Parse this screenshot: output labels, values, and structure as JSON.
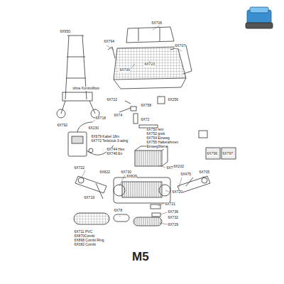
{
  "diagram": {
    "title": "M5",
    "labels": [
      "6X950",
      "ohne Kontrollbox",
      "6X794",
      "6X706",
      "6X700",
      "6X723",
      "6X707",
      "6X256",
      "6X722",
      "6X74",
      "6X758",
      "6X718",
      "6X792",
      "6X230",
      "6X979 Kabel 18m",
      "6X772 Teilstück 3-adrig",
      "6X72",
      "6X750 fein",
      "6X752 grob",
      "6X754 Einweg",
      "6X755 Halterahmen",
      "Einwegfilter",
      "6X744 Hex",
      "6X746 Ex",
      "6X708",
      "6X796",
      "6X797",
      "6X722",
      "6X719",
      "6X822",
      "6X730",
      "6X826",
      "6X720",
      "6X475",
      "6X705",
      "6X202",
      "6X721",
      "6X711 PVC",
      "6X870Combi",
      "6X868 Combi Ring",
      "6X082 Combi",
      "6X78",
      "6X736",
      "6X732",
      "6X729"
    ]
  }
}
